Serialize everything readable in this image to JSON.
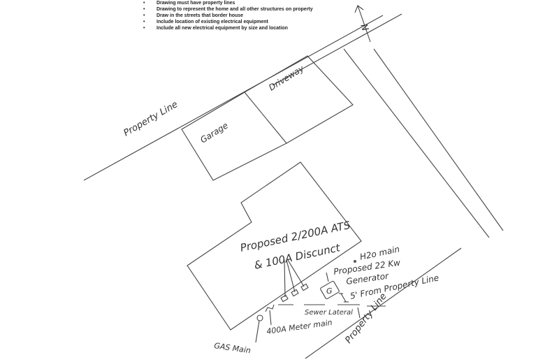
{
  "instructions": [
    "Drawing must have property lines",
    "Drawing  to represent the home and all other structures on property",
    "Draw in the streets that border house",
    "Include location of existing electrical equipment",
    "Include all new electrical equipment by size and location"
  ],
  "labels": {
    "north": "N",
    "property_line_left": "Property Line",
    "garage": "Garage",
    "driveway": "Driveway",
    "ats": "Proposed 2/200A ATS",
    "disconnect": "& 100A Discunct",
    "water_main": "H2o main",
    "generator_line1": "Proposed 22 Kw",
    "generator_line2": "Generator",
    "generator_symbol": "G",
    "setback": "5' From Property Line",
    "sewer": "Sewer Lateral",
    "meter": "400A Meter main",
    "gas": "GAS Main",
    "property_line_bottom": "Property Line"
  }
}
